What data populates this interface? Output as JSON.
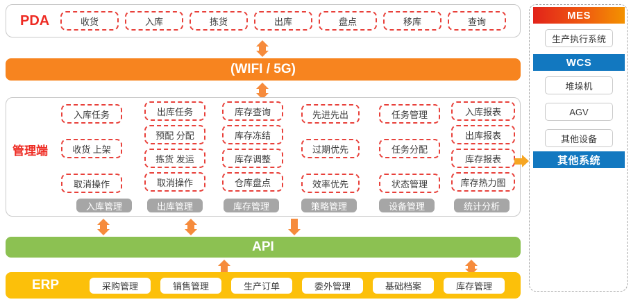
{
  "pda": {
    "label": "PDA",
    "items": [
      "收货",
      "入库",
      "拣货",
      "出库",
      "盘点",
      "移库",
      "查询"
    ]
  },
  "network": {
    "label": "(WIFI / 5G)",
    "color": "#f7841f"
  },
  "management": {
    "label": "管理端",
    "columns": [
      {
        "footer": "入库管理",
        "items": [
          "入库任务",
          "收货 上架",
          "取消操作"
        ]
      },
      {
        "footer": "出库管理",
        "items": [
          "出库任务",
          "预配 分配",
          "拣货 发运",
          "取消操作"
        ]
      },
      {
        "footer": "库存管理",
        "items": [
          "库存查询",
          "库存冻结",
          "库存调整",
          "仓库盘点"
        ]
      },
      {
        "footer": "策略管理",
        "items": [
          "先进先出",
          "过期优先",
          "效率优先"
        ]
      },
      {
        "footer": "设备管理",
        "items": [
          "任务管理",
          "任务分配",
          "状态管理"
        ]
      },
      {
        "footer": "统计分析",
        "items": [
          "入库报表",
          "出库报表",
          "库存报表",
          "库存热力图"
        ]
      }
    ]
  },
  "api": {
    "label": "API",
    "color": "#8cc152"
  },
  "erp": {
    "label": "ERP",
    "color": "#fcc00a",
    "items": [
      "采购管理",
      "销售管理",
      "生产订单",
      "委外管理",
      "基础档案",
      "库存管理"
    ]
  },
  "sidebar": {
    "sections": [
      {
        "heading": "MES",
        "heading_color": "#e2231a",
        "items": [
          "生产执行系统"
        ]
      },
      {
        "heading": "WCS",
        "heading_color": "#1278c0",
        "items": [
          "堆垛机",
          "AGV",
          "其他设备"
        ]
      },
      {
        "heading": "其他系统",
        "heading_color": "#1278c0",
        "items": []
      }
    ]
  },
  "arrows": {
    "pda_to_network": "double-arrow-vertical",
    "network_to_management": "double-arrow-vertical",
    "management_to_api_left": "double-arrow-vertical",
    "management_to_api_mid": "double-arrow-vertical",
    "management_to_api_right": "arrow-down",
    "api_to_erp_left": "arrow-up",
    "api_to_erp_right": "double-arrow-vertical",
    "management_to_sidebar": "arrow-right"
  }
}
